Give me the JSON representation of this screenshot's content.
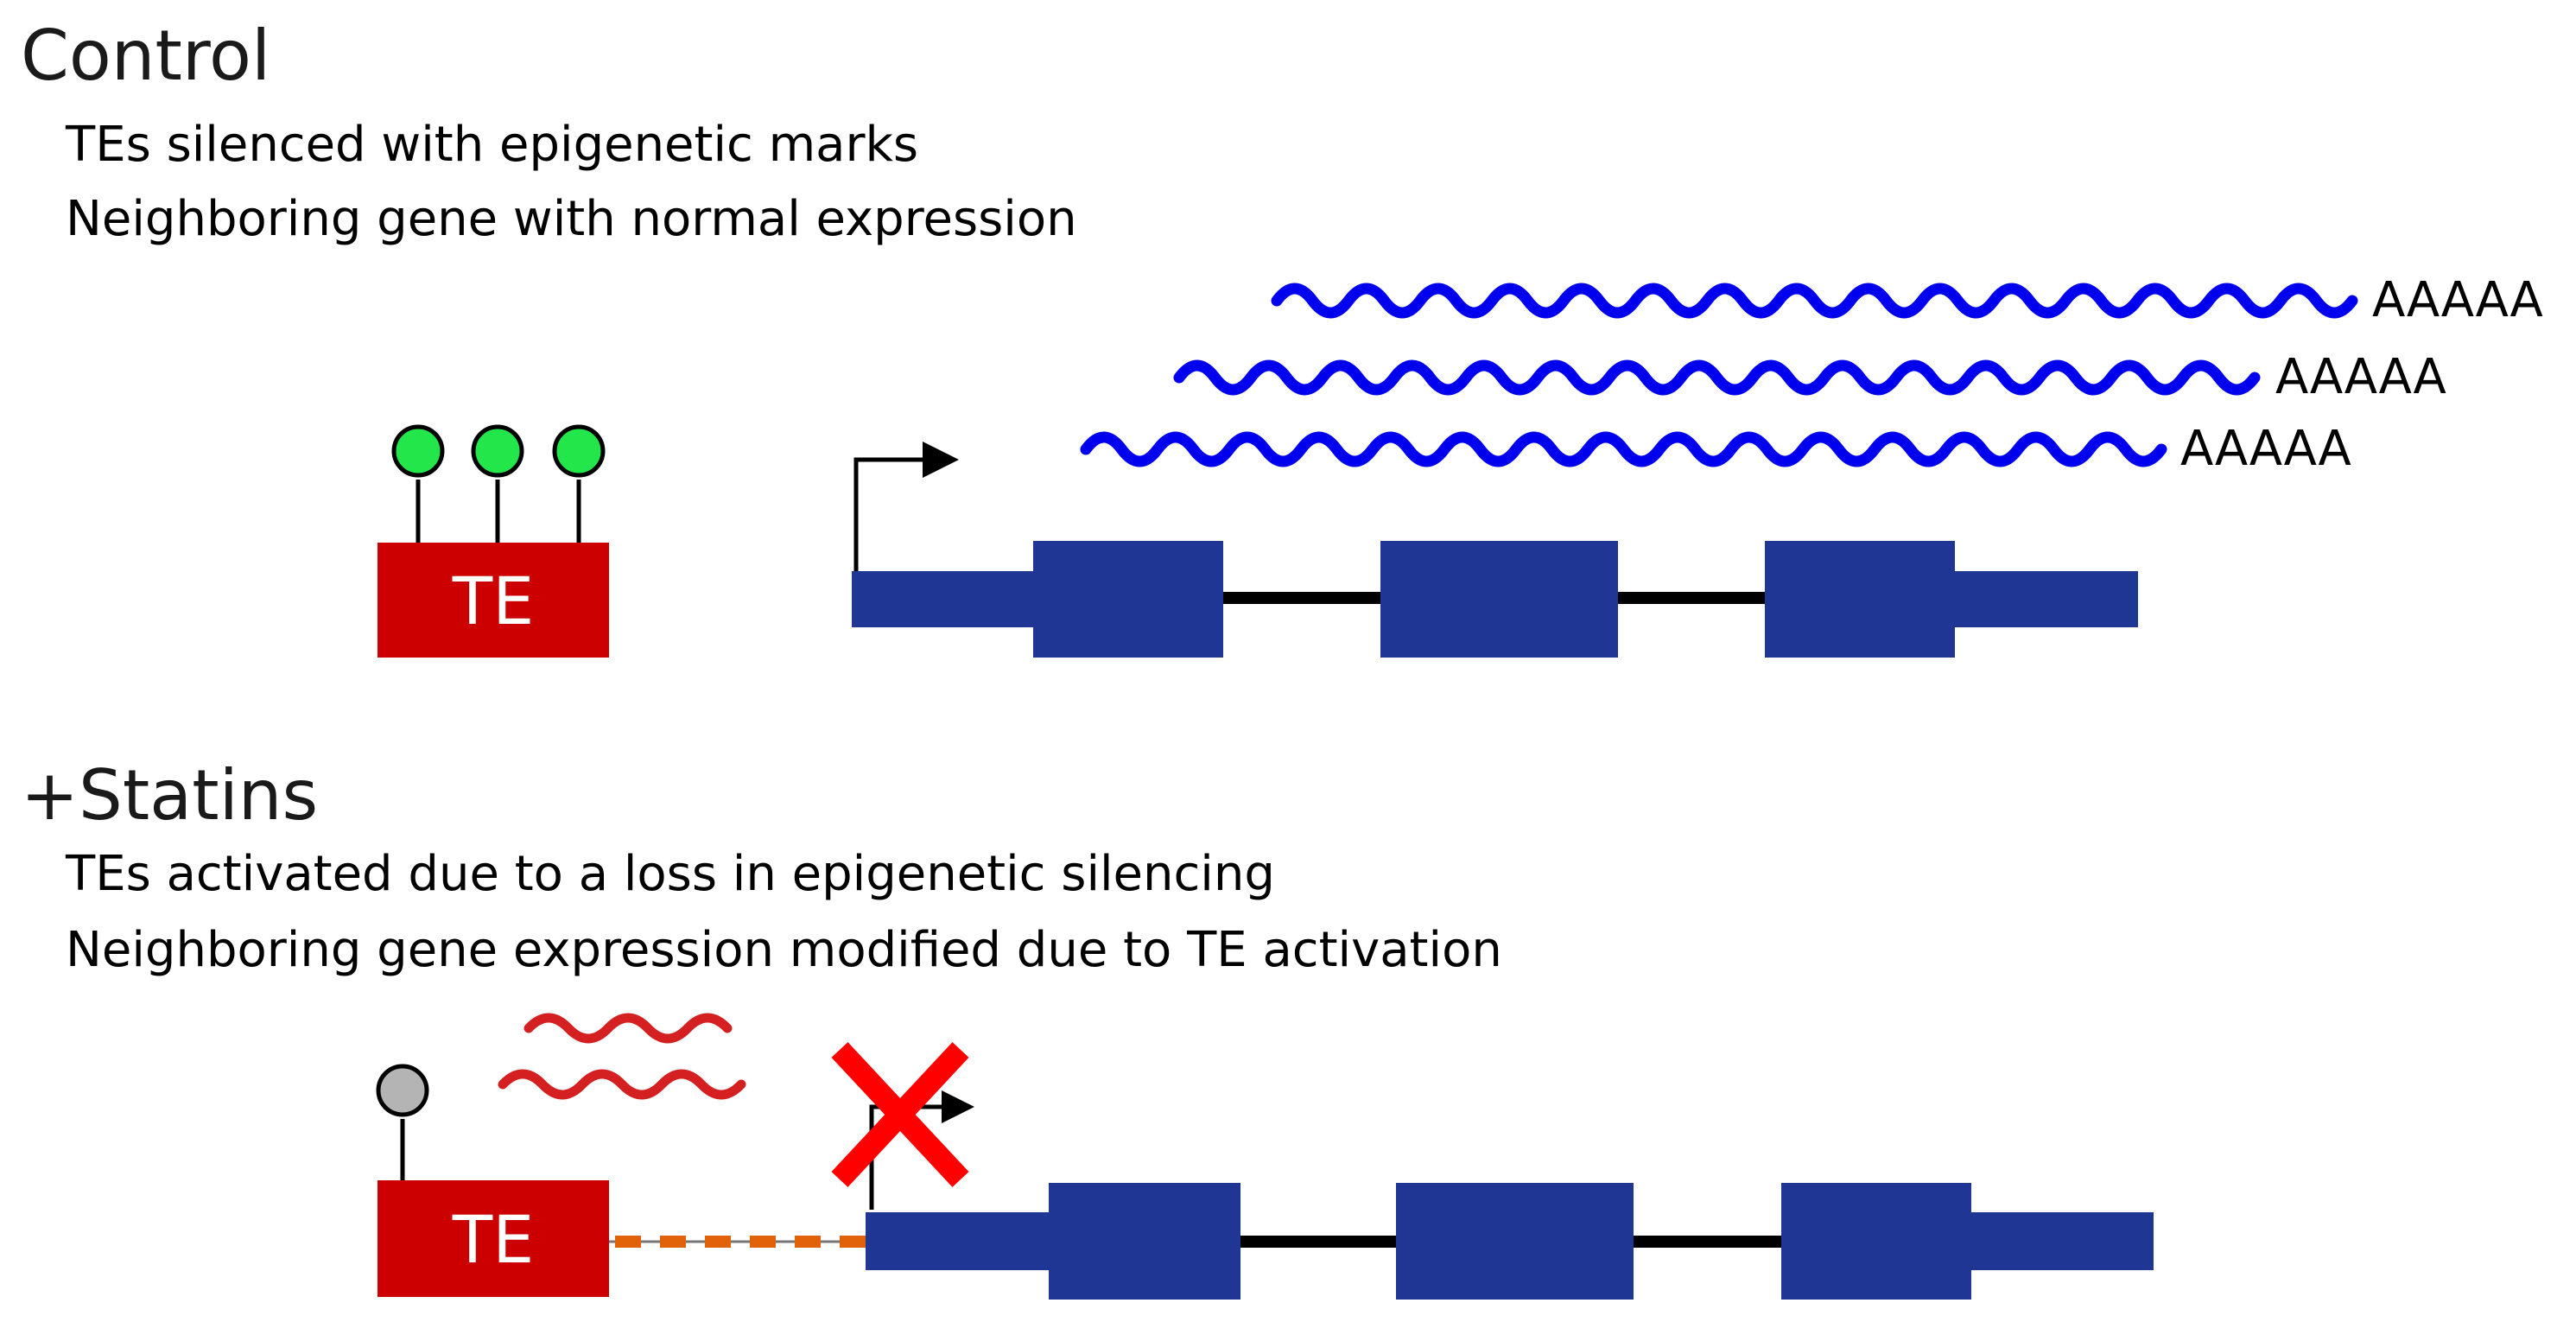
{
  "colors": {
    "te_red": "#cc0000",
    "gene_blue": "#1f3694",
    "mrna_blue": "#0000ee",
    "te_transcript_red": "#d42020",
    "mark_green": "#22e64a",
    "mark_gray": "#b4b4b4",
    "block_x_red": "#ff0000",
    "dash_orange": "#e2620a",
    "line_black": "#000000"
  },
  "control": {
    "heading": "Control",
    "line1": "TEs silenced with epigenetic marks",
    "line2": "Neighboring gene with normal expression",
    "te_label": "TE",
    "epigenetic_marks": 3,
    "transcripts": [
      {
        "tail": "AAAAA"
      },
      {
        "tail": "AAAAA"
      },
      {
        "tail": "AAAAA"
      }
    ]
  },
  "statins": {
    "heading": "+Statins",
    "line1": "TEs activated due to a loss in epigenetic silencing",
    "line2": "Neighboring gene expression modified due to TE activation",
    "te_label": "TE",
    "epigenetic_marks": 1,
    "te_transcripts": 2,
    "promoter_blocked": true
  },
  "icons": {
    "promoter": "arrow-right-icon",
    "blocked": "x-mark-icon",
    "methyl_mark": "lollipop-icon"
  }
}
